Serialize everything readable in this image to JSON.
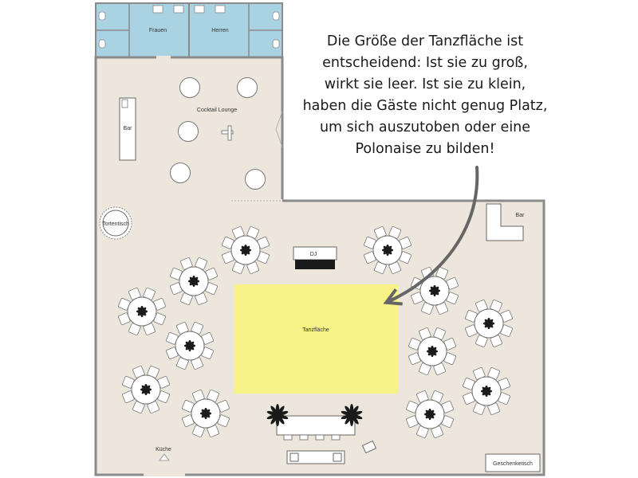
{
  "callout": {
    "lines": [
      "Die Größe der Tanzfläche ist",
      "entscheidend: Ist sie zu groß,",
      "wirkt sie leer. Ist sie zu klein,",
      "haben die Gäste nicht genug Platz,",
      "um sich auszutoben oder eine",
      "Polonaise zu bilden!"
    ]
  },
  "plan": {
    "restroom_women": "Frauen",
    "restroom_men": "Herren",
    "bar_left": "Bar",
    "bar_right": "Bar",
    "cocktail_lounge": "Cocktail Lounge",
    "cake_table": "Tortentisch",
    "dj": "DJ",
    "dance_floor": "Tanzfläche",
    "kitchen": "Küche",
    "gift_table": "Geschenketisch"
  },
  "colors": {
    "floor": "#ede6dc",
    "wall": "#8a8a8a",
    "restroom": "#a9d3e3",
    "dance_floor": "#f7f387",
    "arrow": "#666666"
  }
}
